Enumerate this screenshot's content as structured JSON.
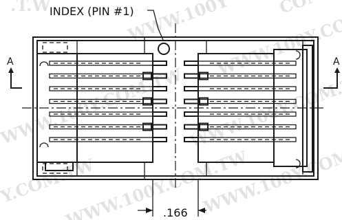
{
  "drawing": {
    "index_label": "INDEX (PIN #1)",
    "section_label_left": "A",
    "section_label_right": "A",
    "dimension_value": ".166",
    "pin_rows": 7,
    "pins_per_side": 7
  },
  "watermark": {
    "text": "WWW.100Y.COM.TW",
    "fragments": [
      ".T.W",
      "WWW.100Y",
      "COM.TW",
      "WWW.100Y.COM.TW",
      "WWW.100Y.COM.TW",
      "Y.COM.TW",
      "WWW.100Y.COM.TW",
      "WWW.100Y.COM.TW",
      "WWW.100Y.COM.TW"
    ]
  }
}
